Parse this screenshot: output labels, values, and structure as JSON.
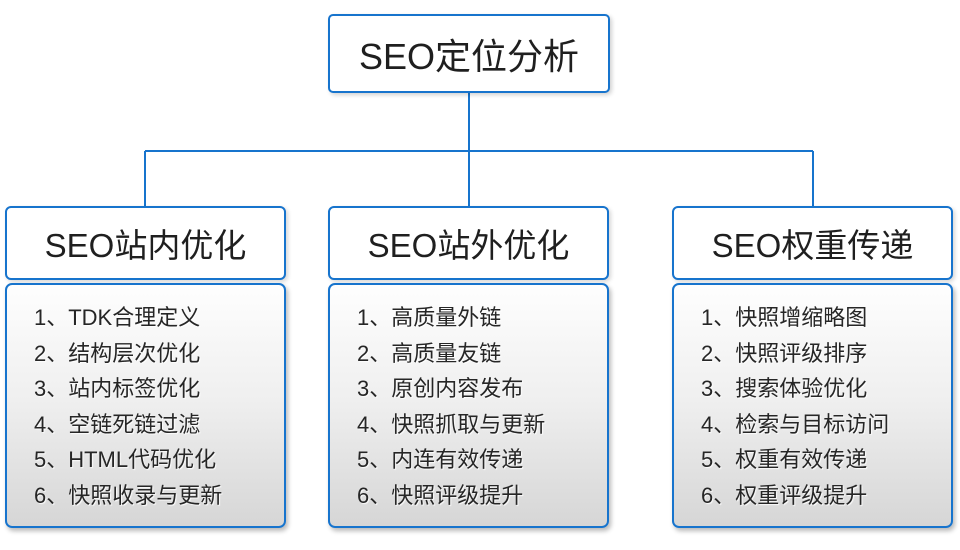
{
  "colors": {
    "accent": "#1774cd",
    "text": "#262626",
    "panel_top": "#fefefe",
    "panel_bottom": "#d6d6d6"
  },
  "root": {
    "title": "SEO定位分析"
  },
  "columns": [
    {
      "header": "SEO站内优化",
      "items": [
        "1、TDK合理定义",
        "2、结构层次优化",
        "3、站内标签优化",
        "4、空链死链过滤",
        "5、HTML代码优化",
        "6、快照收录与更新"
      ]
    },
    {
      "header": "SEO站外优化",
      "items": [
        "1、高质量外链",
        "2、高质量友链",
        "3、原创内容发布",
        "4、快照抓取与更新",
        "5、内连有效传递",
        "6、快照评级提升"
      ]
    },
    {
      "header": "SEO权重传递",
      "items": [
        "1、快照增缩略图",
        "2、快照评级排序",
        "3、搜索体验优化",
        "4、检索与目标访问",
        "5、权重有效传递",
        "6、权重评级提升"
      ]
    }
  ]
}
